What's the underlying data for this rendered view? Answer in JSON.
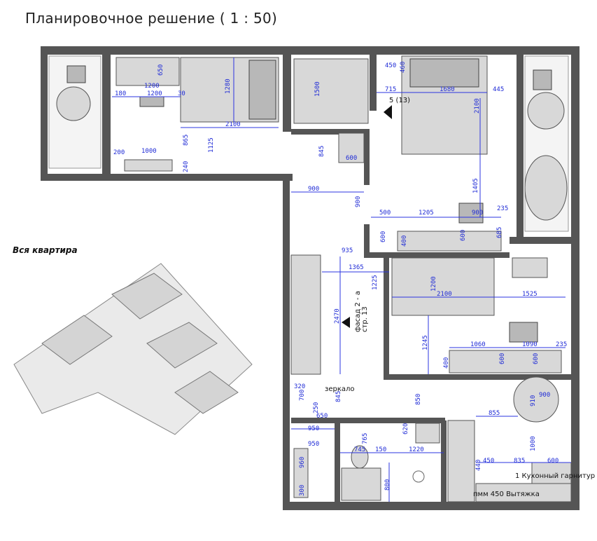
{
  "title": "Планировочное решение ( 1 : 50)",
  "iso_label": "Вся квартира",
  "labels": {
    "mirror": "зеркало",
    "kitchen": "1 Кухонный гарнитур",
    "hood": "пмм  450  Вытяжка",
    "section": "5 (13)",
    "facade": "фасад 2 - а",
    "facade_page": "стр. 13"
  },
  "dims": {
    "d650": "650",
    "d1200a": "1200",
    "d1200b": "1200",
    "d180": "180",
    "d30": "30",
    "d1280": "1280",
    "d2100a": "2100",
    "d865": "865",
    "d1125": "1125",
    "d200": "200",
    "d1000a": "1000",
    "d240": "240",
    "d1500": "1500",
    "d450a": "450",
    "d460": "460",
    "d715": "715",
    "d1680": "1680",
    "d445": "445",
    "d2100b": "2100",
    "d845a": "845",
    "d600a": "600",
    "d900a": "900",
    "d900b": "900",
    "d1405": "1405",
    "d500": "500",
    "d1205": "1205",
    "d900c": "900",
    "d235a": "235",
    "d600b": "600",
    "d400a": "400",
    "d600c": "600",
    "d685": "685",
    "d935": "935",
    "d1365": "1365",
    "d1225": "1225",
    "d1200c": "1200",
    "d2100c": "2100",
    "d1525": "1525",
    "d2470": "2470",
    "d1245": "1245",
    "d1060": "1060",
    "d1090": "1090",
    "d235b": "235",
    "d400b": "400",
    "d600d": "600",
    "d600e": "600",
    "d320": "320",
    "d700": "700",
    "d250": "250",
    "d845b": "845",
    "d650b": "650",
    "d850": "850",
    "d900d": "900",
    "d910": "910",
    "d855": "855",
    "d950a": "950",
    "d950b": "950",
    "d765": "765",
    "d620": "620",
    "d745": "745",
    "d150": "150",
    "d1220": "1220",
    "d1000b": "1000",
    "d960": "960",
    "d440": "440",
    "d450b": "450",
    "d835": "835",
    "d600f": "600",
    "d800": "800",
    "d300": "300"
  },
  "colors": {
    "dimension": "#1f2bd6",
    "wall": "#555555",
    "furniture": "#d8d8d8"
  }
}
